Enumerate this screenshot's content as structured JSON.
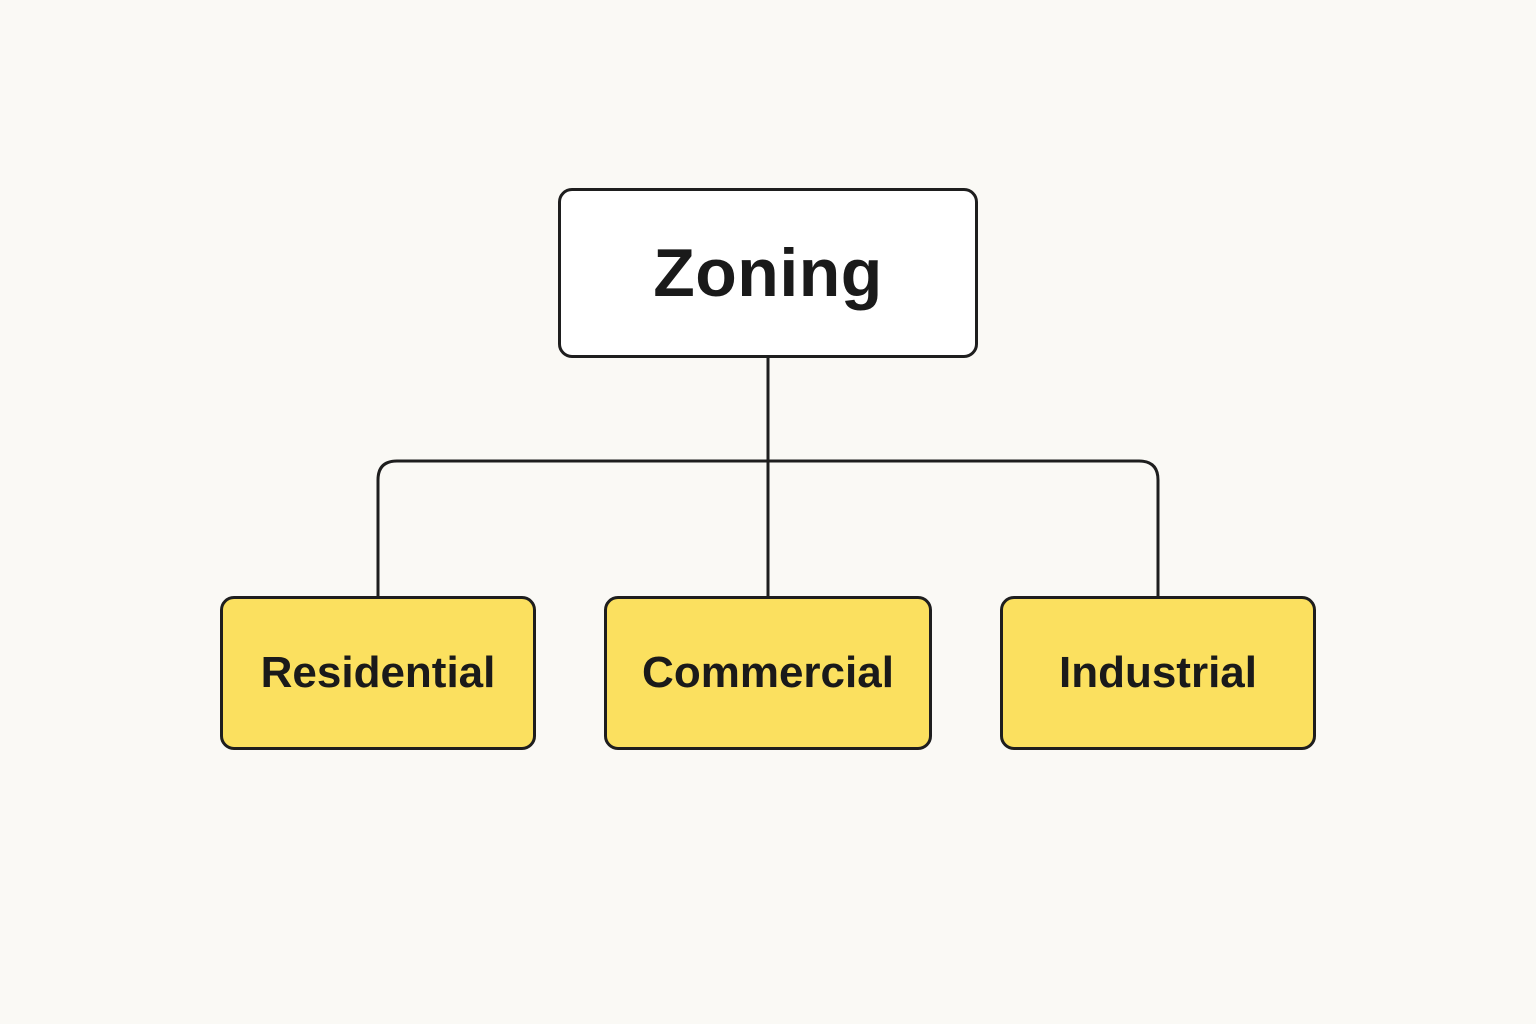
{
  "diagram": {
    "root": {
      "label": "Zoning"
    },
    "children": [
      {
        "label": "Residential"
      },
      {
        "label": "Commercial"
      },
      {
        "label": "Industrial"
      }
    ]
  },
  "colors": {
    "background": "#faf9f5",
    "root_fill": "#ffffff",
    "child_fill": "#fbe05f",
    "stroke": "#1e1e1e",
    "text": "#1a1a1a"
  }
}
